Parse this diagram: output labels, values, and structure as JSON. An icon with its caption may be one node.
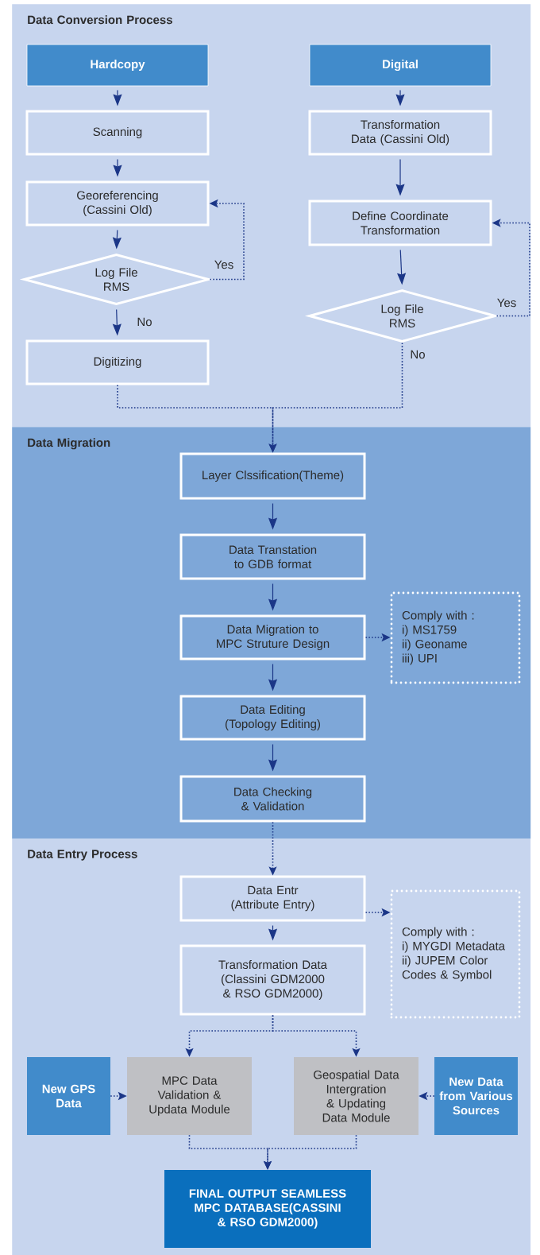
{
  "diagram": {
    "nodes": [
      {
        "text": [
          "Data Conversion Process"
        ]
      },
      {
        "text": [
          "Hardcopy"
        ],
        "in": 0
      },
      {
        "text": [
          "Scanning"
        ],
        "in": 0
      },
      {
        "text": [
          "Georeferencing (Cassini Old)"
        ],
        "in": 0
      },
      {
        "text": [
          "Log File RMS"
        ],
        "in": 0
      },
      {
        "text": [
          "Digitizing"
        ],
        "in": 0
      },
      {
        "text": [
          "Digital"
        ],
        "in": 0
      },
      {
        "text": [
          "Transformation Data (Cassini Old)"
        ],
        "in": 0
      },
      {
        "text": [
          "Define Coordinate Transformation"
        ],
        "in": 0
      },
      {
        "text": [
          "Log File RMS"
        ],
        "in": 0
      },
      {
        "text": [
          "Data Migration"
        ]
      },
      {
        "text": [
          "Layer Clssification(Theme)"
        ],
        "in": 10
      },
      {
        "text": [
          "Data Transtation to GDB format"
        ],
        "in": 10
      },
      {
        "text": [
          "Data Migration to MPC Struture Design"
        ],
        "in": 10
      },
      {
        "text": [
          "Comply with :",
          "i) MS1759",
          "ii) Geoname",
          "iii) UPI"
        ],
        "in": 10
      },
      {
        "text": [
          "Data Editing (Topology Editing)"
        ],
        "in": 10
      },
      {
        "text": [
          "Data Checking & Validation"
        ],
        "in": 10
      },
      {
        "text": [
          "Data Entry Process"
        ]
      },
      {
        "text": [
          "Data Entr (Attribute Entry)"
        ],
        "in": 17
      },
      {
        "text": [
          "Transformation Data (Classini GDM2000 & RSO GDM2000)"
        ],
        "in": 17
      },
      {
        "text": [
          "Comply with :",
          "i) MYGDI Metadata",
          "ii) JUPEM Color Codes & Symbol"
        ],
        "in": 17
      },
      {
        "text": [
          "New GPS Data"
        ],
        "in": 17
      },
      {
        "text": [
          "MPC Data Validation & Updata Module"
        ],
        "in": 17
      },
      {
        "text": [
          "Geospatial Data Intergration & Updating Data Module"
        ],
        "in": 17
      },
      {
        "text": [
          "New Data from Various Sources"
        ],
        "in": 17
      },
      {
        "text": [
          "FINAL OUTPUT SEAMLESS MPC DATABASE(CASSINI & RSO GDM2000)"
        ],
        "in": 17
      }
    ],
    "edges": [
      {
        "from": 1,
        "to": 2,
        "arrow": "to"
      },
      {
        "from": 2,
        "to": 3,
        "arrow": "to"
      },
      {
        "from": 3,
        "to": 4,
        "arrow": "to"
      },
      {
        "from": 4,
        "to": 5,
        "arrow": "to",
        "label": "No"
      },
      {
        "from": 4,
        "to": 3,
        "arrow": "to",
        "label": "Yes",
        "style": "dashed"
      },
      {
        "from": 6,
        "to": 7,
        "arrow": "to"
      },
      {
        "from": 7,
        "to": 8,
        "arrow": "to"
      },
      {
        "from": 8,
        "to": 9,
        "arrow": "to"
      },
      {
        "from": 9,
        "to": 8,
        "arrow": "to",
        "label": "Yes",
        "style": "dashed"
      },
      {
        "from": 5,
        "to": 11,
        "arrow": "to",
        "style": "dashed"
      },
      {
        "from": 9,
        "to": 11,
        "arrow": "to",
        "label": "No",
        "style": "dashed"
      },
      {
        "from": 11,
        "to": 12,
        "arrow": "to"
      },
      {
        "from": 12,
        "to": 13,
        "arrow": "to"
      },
      {
        "from": 13,
        "to": 14,
        "arrow": "to",
        "style": "dashed"
      },
      {
        "from": 13,
        "to": 15,
        "arrow": "to"
      },
      {
        "from": 15,
        "to": 16,
        "arrow": "to"
      },
      {
        "from": 16,
        "to": 18,
        "arrow": "to",
        "style": "dashed"
      },
      {
        "from": 18,
        "to": 19,
        "arrow": "to"
      },
      {
        "from": 18,
        "to": 20,
        "arrow": "to",
        "style": "dashed"
      },
      {
        "from": 19,
        "to": 22,
        "arrow": "to",
        "style": "dashed"
      },
      {
        "from": 19,
        "to": 23,
        "arrow": "to",
        "style": "dashed"
      },
      {
        "from": 21,
        "to": 22,
        "arrow": "to",
        "style": "dashed"
      },
      {
        "from": 24,
        "to": 23,
        "arrow": "to",
        "style": "dashed"
      },
      {
        "from": 22,
        "to": 25,
        "arrow": "to",
        "style": "dashed"
      },
      {
        "from": 23,
        "to": 25,
        "arrow": "to",
        "style": "dashed"
      }
    ]
  }
}
